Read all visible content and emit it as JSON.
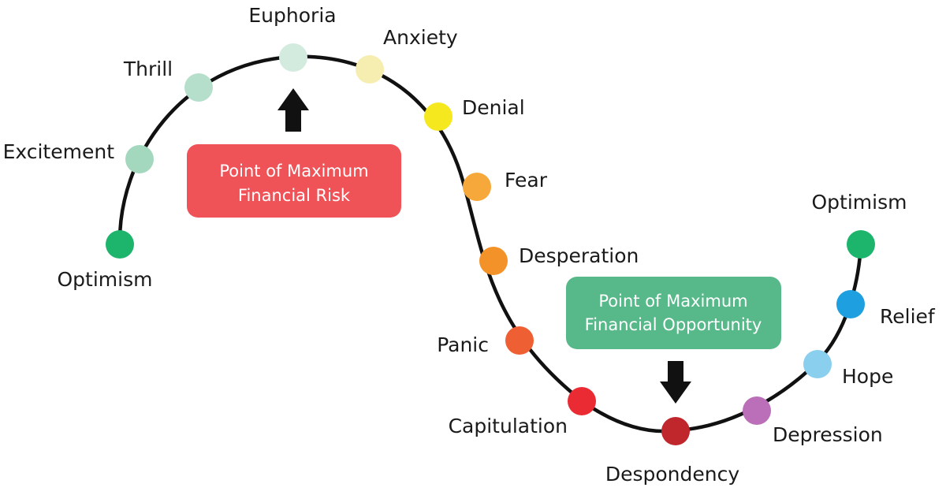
{
  "stages": [
    {
      "id": "optimism-start",
      "label": "Optimism",
      "color": "#1DB46C"
    },
    {
      "id": "excitement",
      "label": "Excitement",
      "color": "#A4D8BE"
    },
    {
      "id": "thrill",
      "label": "Thrill",
      "color": "#B5DFCB"
    },
    {
      "id": "euphoria",
      "label": "Euphoria",
      "color": "#D3EBDF"
    },
    {
      "id": "anxiety",
      "label": "Anxiety",
      "color": "#F5EEB0"
    },
    {
      "id": "denial",
      "label": "Denial",
      "color": "#F5E81E"
    },
    {
      "id": "fear",
      "label": "Fear",
      "color": "#F6A83B"
    },
    {
      "id": "desperation",
      "label": "Desperation",
      "color": "#F4922A"
    },
    {
      "id": "panic",
      "label": "Panic",
      "color": "#EE6033"
    },
    {
      "id": "capitulation",
      "label": "Capitulation",
      "color": "#EA2B33"
    },
    {
      "id": "despondency",
      "label": "Despondency",
      "color": "#C0272D"
    },
    {
      "id": "depression",
      "label": "Depression",
      "color": "#BA6FB8"
    },
    {
      "id": "hope",
      "label": "Hope",
      "color": "#8ACFEE"
    },
    {
      "id": "relief",
      "label": "Relief",
      "color": "#1D9FE0"
    },
    {
      "id": "optimism-end",
      "label": "Optimism",
      "color": "#1DB46C"
    }
  ],
  "callouts": {
    "risk": {
      "line1": "Point of Maximum",
      "line2": "Financial Risk",
      "color": "#EF5257"
    },
    "opportunity": {
      "line1": "Point of Maximum",
      "line2": "Financial Opportunity",
      "color": "#57B98A"
    }
  },
  "curve_color": "#111111",
  "arrow_color": "#111111"
}
